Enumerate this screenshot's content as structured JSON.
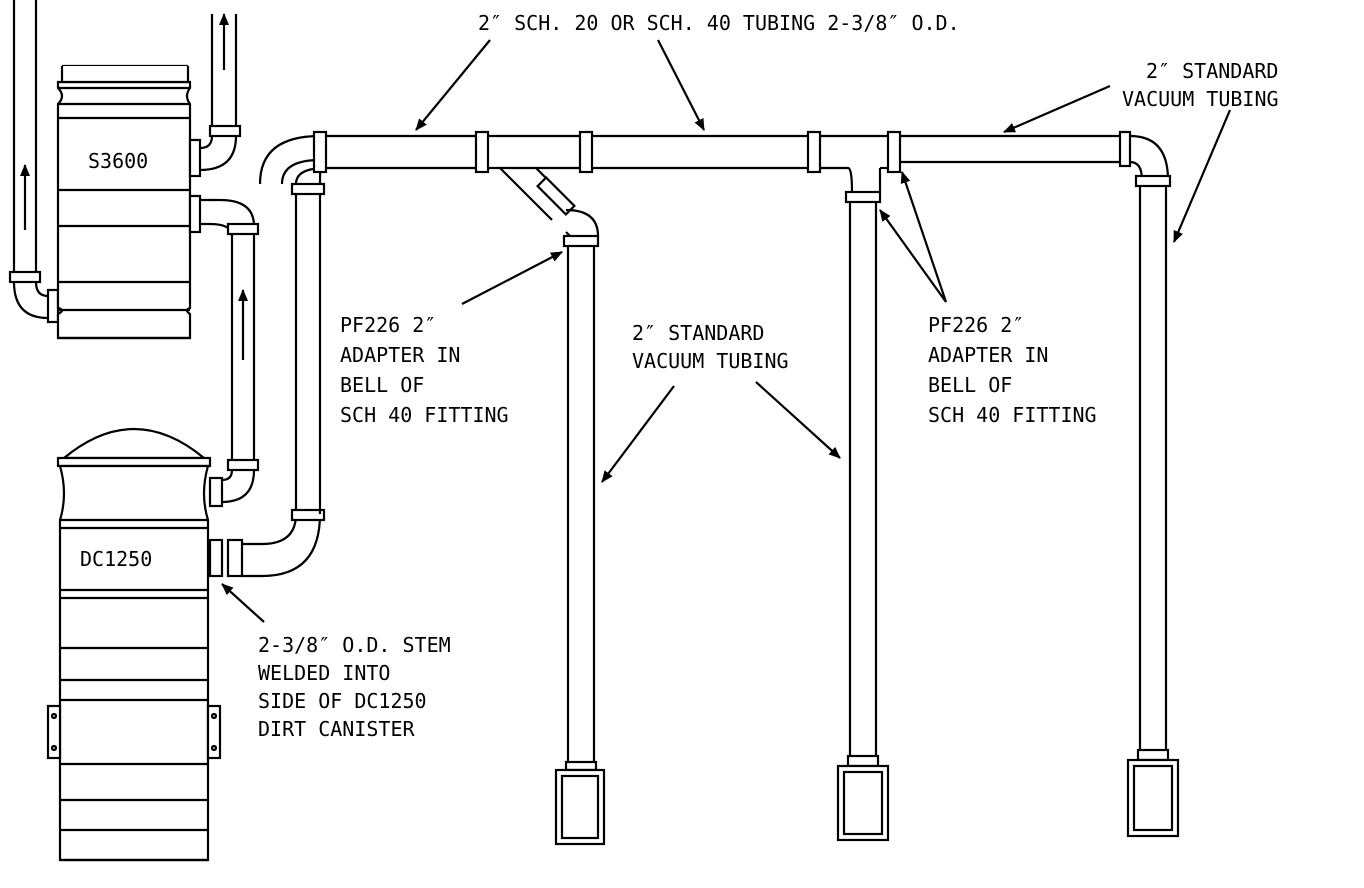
{
  "colors": {
    "line": "#000000",
    "background": "#ffffff"
  },
  "units": {
    "s3600": "S3600",
    "dc1250": "DC1250"
  },
  "callouts": {
    "top_tubing": "2″ SCH. 20 OR SCH. 40 TUBING 2-3/8″ O.D.",
    "std_tubing_right": [
      "2″ STANDARD",
      "VACUUM TUBING"
    ],
    "adapter_left": [
      "PF226 2″",
      "ADAPTER IN",
      "BELL OF",
      "SCH 40 FITTING"
    ],
    "std_tubing_mid": [
      "2″ STANDARD",
      "VACUUM TUBING"
    ],
    "adapter_right": [
      "PF226 2″",
      "ADAPTER IN",
      "BELL OF",
      "SCH 40 FITTING"
    ],
    "stem": [
      "2-3/8″ O.D. STEM",
      "WELDED INTO",
      "SIDE OF DC1250",
      "DIRT CANISTER"
    ]
  }
}
